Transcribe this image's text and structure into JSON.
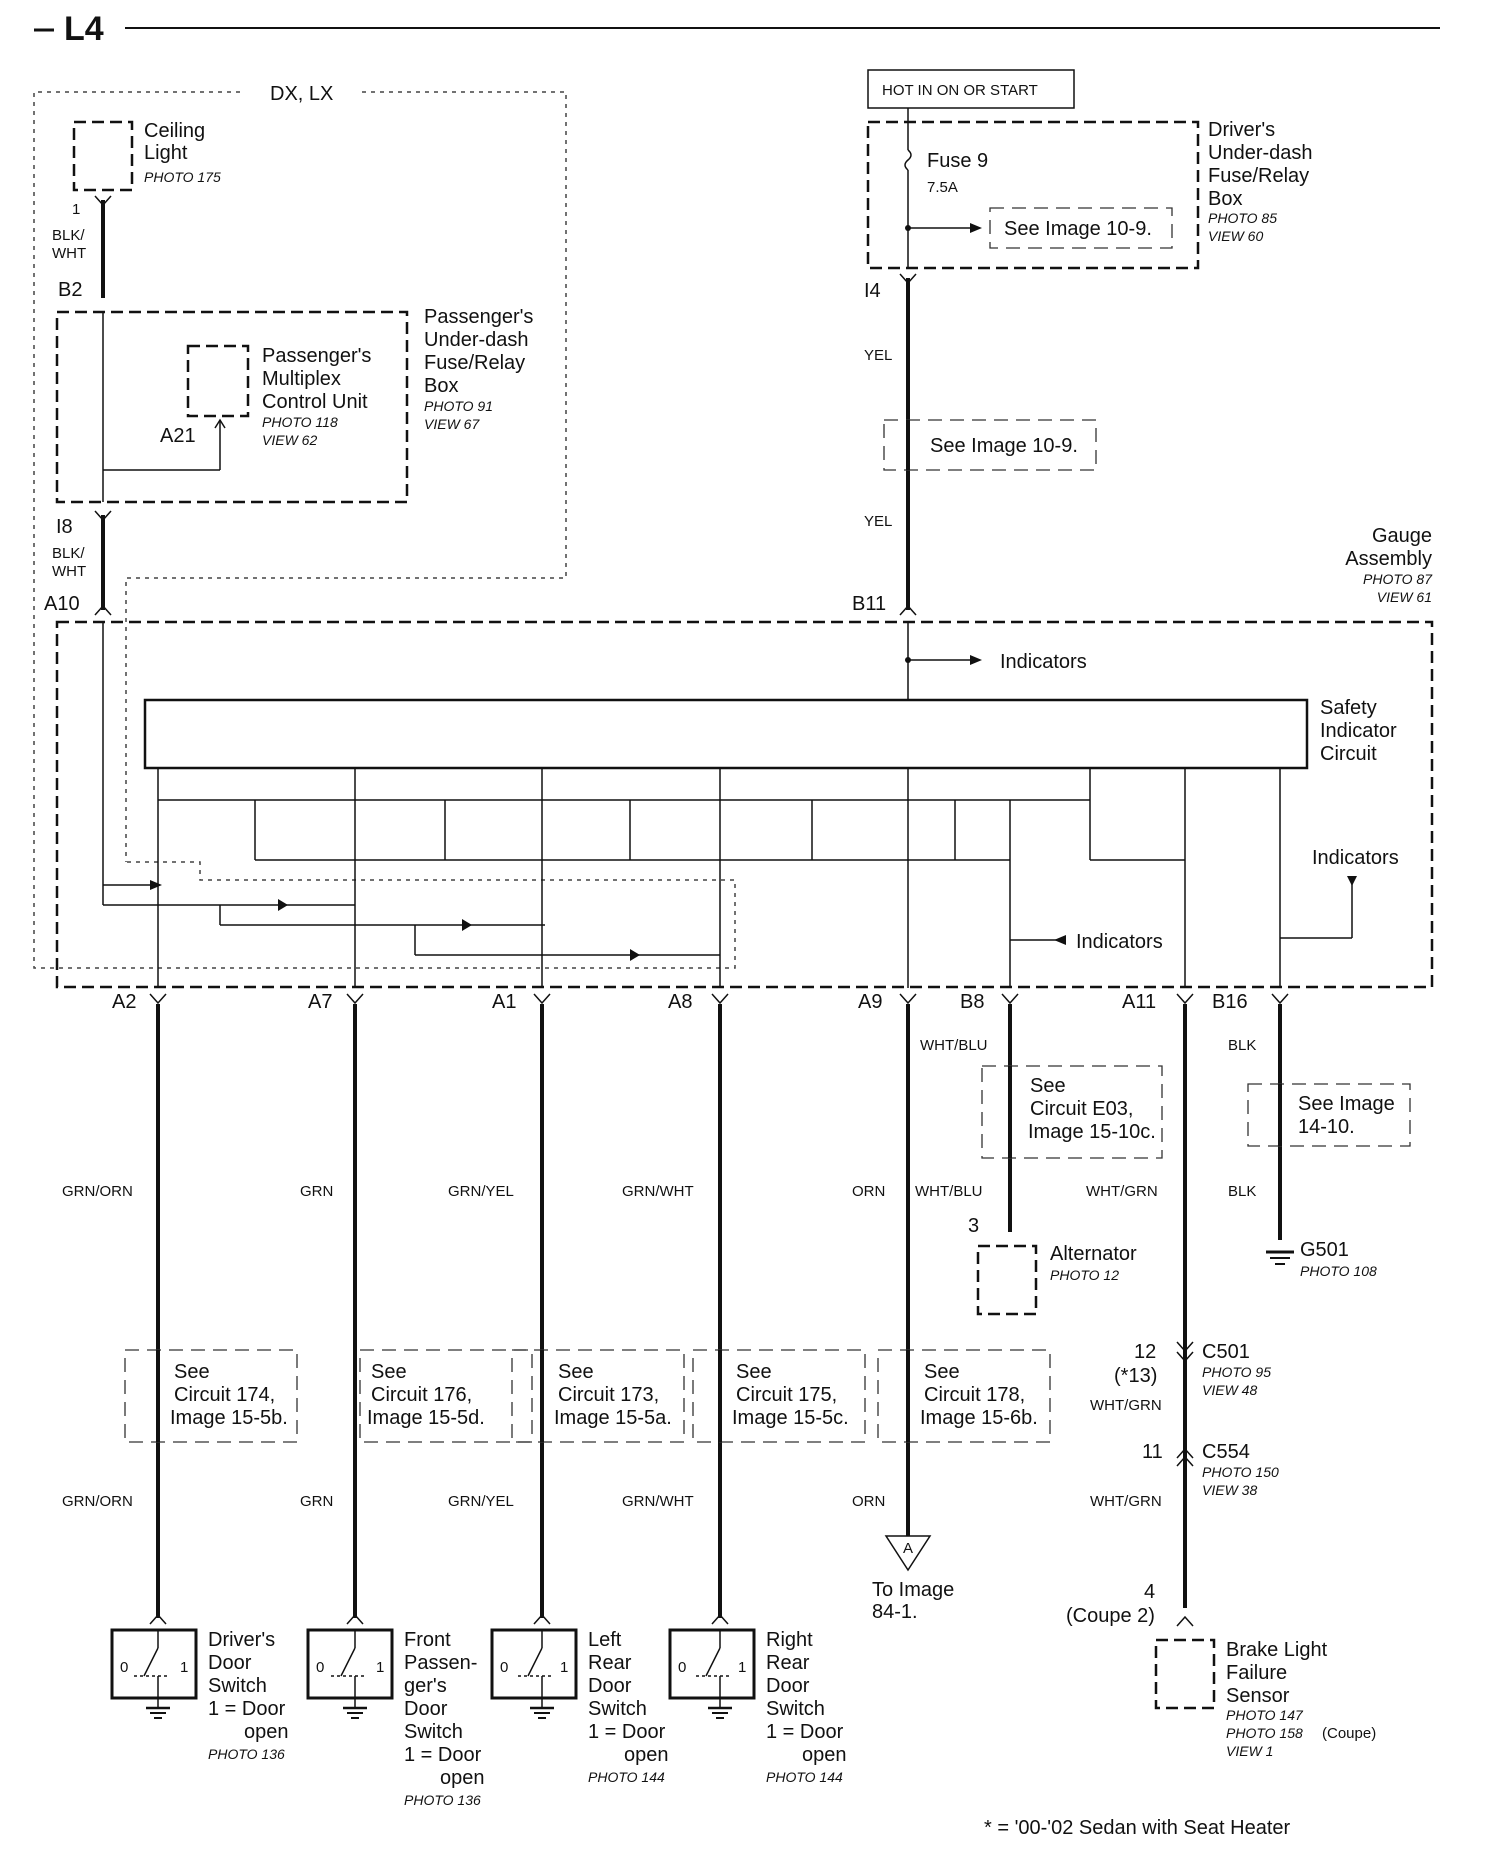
{
  "page": {
    "id": "L4",
    "footnote": "* = '00-'02 Sedan with Seat Heater"
  },
  "left_group": {
    "label": "DX, LX"
  },
  "ceiling_light": {
    "name": [
      "Ceiling",
      "Light"
    ],
    "photo": "PHOTO 175",
    "pin": "1",
    "wire": [
      "BLK/",
      "WHT"
    ]
  },
  "passenger_box": {
    "name": [
      "Passenger's",
      "Under-dash",
      "Fuse/Relay",
      "Box"
    ],
    "photo": "PHOTO 91",
    "view": "VIEW 67",
    "pin_top": "B2",
    "pin_bottom": "I8",
    "wire_bottom": [
      "BLK/",
      "WHT"
    ]
  },
  "multiplex": {
    "name": [
      "Passenger's",
      "Multiplex",
      "Control Unit"
    ],
    "photo": "PHOTO 118",
    "view": "VIEW 62",
    "pin": "A21"
  },
  "hot_label": "HOT IN ON OR START",
  "drivers_box": {
    "name": [
      "Driver's",
      "Under-dash",
      "Fuse/Relay",
      "Box"
    ],
    "photo": "PHOTO 85",
    "view": "VIEW 60",
    "fuse": "Fuse 9",
    "rating": "7.5A",
    "see": "See Image 10-9.",
    "pin": "I4"
  },
  "yel_wire": {
    "label_top": "YEL",
    "see": "See Image 10-9.",
    "label_bottom": "YEL"
  },
  "gauge": {
    "name": [
      "Gauge",
      "Assembly"
    ],
    "photo": "PHOTO 87",
    "view": "VIEW 61",
    "pin_a10": "A10",
    "pin_b11": "B11",
    "indicators_top": "Indicators",
    "safety": [
      "Safety",
      "Indicator",
      "Circuit"
    ],
    "indicators_right": "Indicators",
    "indicators_mid": "Indicators"
  },
  "pins": [
    "A2",
    "A7",
    "A1",
    "A8",
    "A9",
    "B8",
    "A11",
    "B16"
  ],
  "wires_mid": [
    "GRN/ORN",
    "GRN",
    "GRN/YEL",
    "GRN/WHT",
    "ORN",
    "WHT/BLU",
    "WHT/GRN",
    "BLK"
  ],
  "wires_low": [
    "GRN/ORN",
    "GRN",
    "GRN/YEL",
    "GRN/WHT",
    "ORN"
  ],
  "b8_top_wire": "WHT/BLU",
  "b16_top_wire": "BLK",
  "circuit_refs": [
    [
      "See",
      "Circuit 174,",
      "Image 15-5b."
    ],
    [
      "See",
      "Circuit 176,",
      "Image 15-5d."
    ],
    [
      "See",
      "Circuit 173,",
      "Image 15-5a."
    ],
    [
      "See",
      "Circuit 175,",
      "Image 15-5c."
    ],
    [
      "See",
      "Circuit 178,",
      "Image 15-6b."
    ]
  ],
  "alt_ref": [
    "See",
    "Circuit E03,",
    "Image 15-10c."
  ],
  "ground_ref": [
    "See Image",
    "14-10."
  ],
  "alternator": {
    "pin": "3",
    "name": "Alternator",
    "photo": "PHOTO 12"
  },
  "ground": {
    "name": "G501",
    "photo": "PHOTO 108"
  },
  "c501": {
    "pin": "12",
    "pin2": "(*13)",
    "name": "C501",
    "photo": "PHOTO 95",
    "view": "VIEW 48",
    "wire": "WHT/GRN"
  },
  "c554": {
    "pin": "11",
    "name": "C554",
    "photo": "PHOTO 150",
    "view": "VIEW 38",
    "wire": "WHT/GRN"
  },
  "to_image": {
    "letter": "A",
    "text": [
      "To Image",
      "84-1."
    ]
  },
  "brake_sensor": {
    "pin": "4",
    "pin2": "(Coupe 2)",
    "name": [
      "Brake Light",
      "Failure",
      "Sensor"
    ],
    "photo": "PHOTO 147",
    "photo2": "PHOTO 158",
    "coupe": "(Coupe)",
    "view": "VIEW 1"
  },
  "switches": [
    {
      "name": [
        "Driver's",
        "Door",
        "Switch",
        "1 = Door",
        "open"
      ],
      "photo": "PHOTO 136"
    },
    {
      "name": [
        "Front",
        "Passen-",
        "ger's",
        "Door",
        "Switch",
        "1 = Door",
        "open"
      ],
      "photo": "PHOTO 136"
    },
    {
      "name": [
        "Left",
        "Rear",
        "Door",
        "Switch",
        "1 = Door",
        "open"
      ],
      "photo": "PHOTO 144"
    },
    {
      "name": [
        "Right",
        "Rear",
        "Door",
        "Switch",
        "1 = Door",
        "open"
      ],
      "photo": "PHOTO 144"
    }
  ],
  "switch_pins": [
    "0",
    "1"
  ]
}
